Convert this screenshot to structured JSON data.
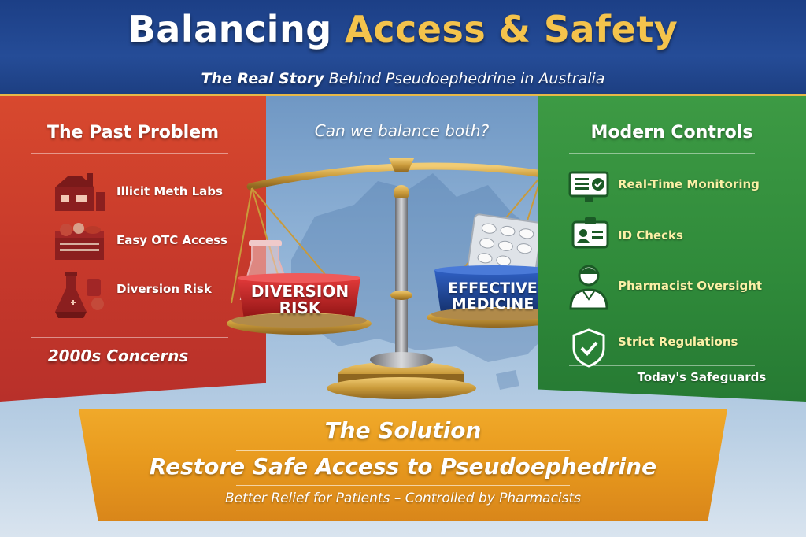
{
  "header": {
    "title_part1": "Balancing",
    "title_part2": "Access & Safety",
    "subtitle_bold": "The Real Story",
    "subtitle_rest": " Behind Pseudoephedrine in Australia"
  },
  "left_panel": {
    "title": "The Past Problem",
    "items": [
      {
        "label": "Illicit Meth Labs",
        "icon": "factory-icon"
      },
      {
        "label": "Easy OTC Access",
        "icon": "medicine-box-icon"
      },
      {
        "label": "Diversion Risk",
        "icon": "chemistry-flask-icon"
      }
    ],
    "footer": "2000s Concerns"
  },
  "center": {
    "question": "Can we balance both?",
    "left_pan_label_line1": "DIVERSION",
    "left_pan_label_line2": "RISK",
    "right_pan_label_line1": "EFFECTIVE",
    "right_pan_label_line2": "MEDICINE"
  },
  "right_panel": {
    "title": "Modern Controls",
    "items": [
      {
        "label": "Real-Time Monitoring",
        "icon": "monitor-check-icon"
      },
      {
        "label": "ID Checks",
        "icon": "id-card-icon"
      },
      {
        "label": "Pharmacist Oversight",
        "icon": "pharmacist-icon"
      },
      {
        "label": "Strict Regulations",
        "icon": "shield-check-icon"
      }
    ],
    "footer": "Today's Safeguards"
  },
  "solution": {
    "title": "The Solution",
    "headline": "Restore Safe Access to Pseudoephedrine",
    "subline": "Better Relief for Patients – Controlled by Pharmacists"
  },
  "colors": {
    "header_bg": "#1c3f86",
    "accent_gold": "#f4c34c",
    "left_red": "#c83a2b",
    "right_green": "#2f8a3a",
    "banner_orange": "#e89a1e",
    "diversion_bowl": "#c9202a",
    "medicine_bowl": "#1f4aa8"
  }
}
